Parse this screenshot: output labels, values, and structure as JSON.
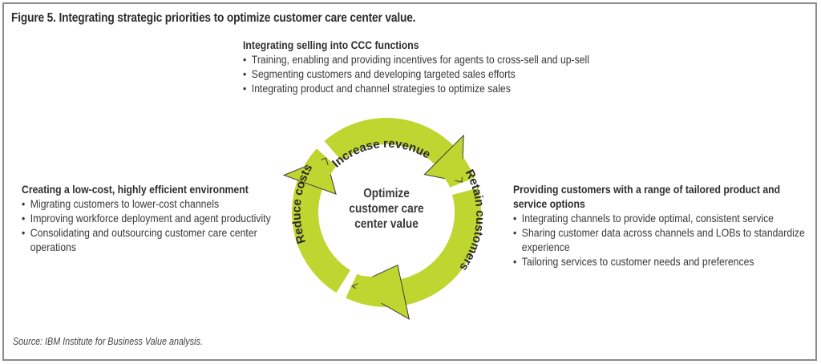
{
  "figure": {
    "title": "Figure 5. Integrating strategic priorities to optimize customer care center value.",
    "source": "Source: IBM Institute for Business Value analysis."
  },
  "cycle": {
    "center_lines": [
      "Optimize",
      "customer care",
      "center value"
    ],
    "segments": [
      {
        "label": "Increase revenue"
      },
      {
        "label": "Retain customers"
      },
      {
        "label": "Reduce costs"
      }
    ],
    "ring_color": "#bed630",
    "arrow_outline_color": "#3a3a3a"
  },
  "top_block": {
    "heading": "Integrating selling into CCC functions",
    "items": [
      "Training, enabling and providing incentives for agents to cross-sell and up-sell",
      "Segmenting customers and developing targeted sales efforts",
      "Integrating product and channel strategies to optimize sales"
    ]
  },
  "left_block": {
    "heading": "Creating a low-cost, highly efficient environment",
    "items": [
      "Migrating customers to lower-cost channels",
      "Improving workforce deployment and agent productivity",
      "Consolidating and outsourcing customer care center operations"
    ]
  },
  "right_block": {
    "heading": "Providing customers with a range of tailored product and service options",
    "items": [
      "Integrating channels to provide optimal,  consistent service",
      "Sharing customer data across channels and LOBs to standardize experience",
      "Tailoring services to customer needs and preferences"
    ]
  }
}
